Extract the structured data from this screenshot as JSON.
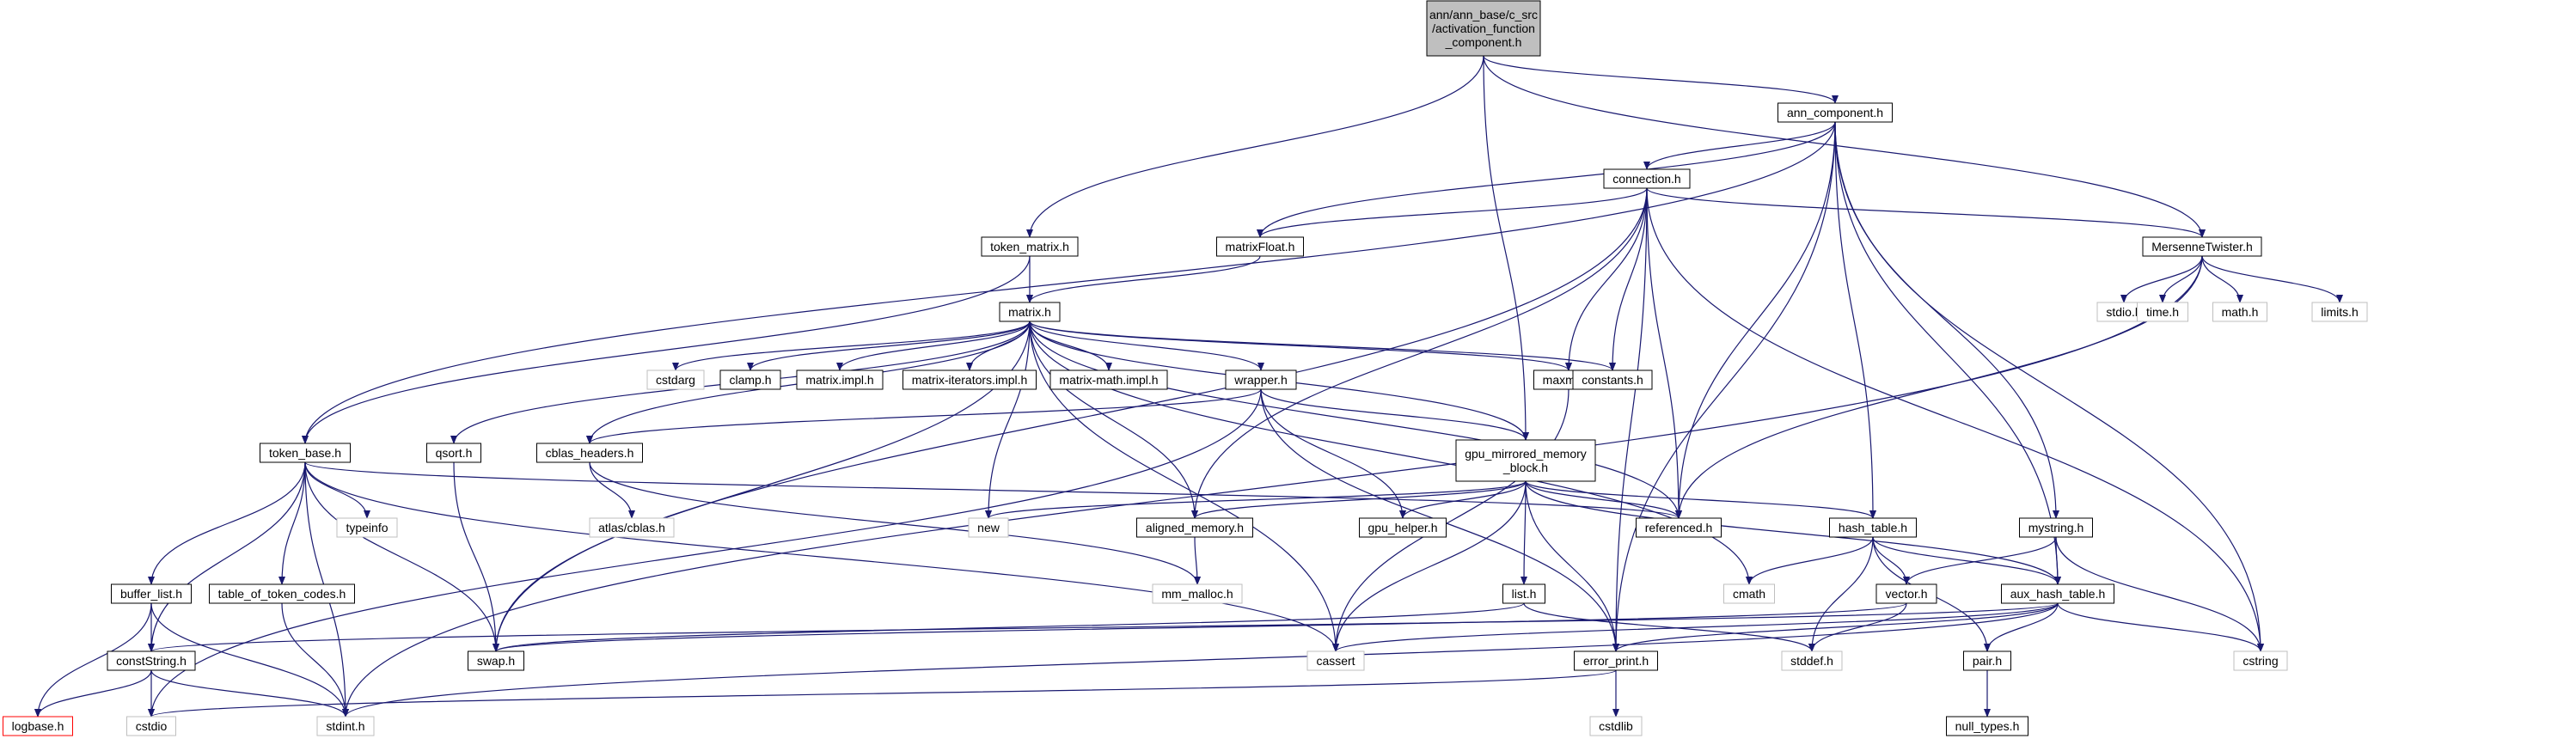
{
  "diagram": {
    "nodes": [
      {
        "id": "root",
        "label": [
          "ann/ann_base/c_src",
          "/activation_function",
          "_component.h"
        ],
        "style": "root"
      },
      {
        "id": "ann_component",
        "label": [
          "ann_component.h"
        ],
        "style": "normal"
      },
      {
        "id": "connection",
        "label": [
          "connection.h"
        ],
        "style": "normal"
      },
      {
        "id": "token_matrix",
        "label": [
          "token_matrix.h"
        ],
        "style": "normal"
      },
      {
        "id": "matrixFloat",
        "label": [
          "matrixFloat.h"
        ],
        "style": "normal"
      },
      {
        "id": "MersenneTwister",
        "label": [
          "MersenneTwister.h"
        ],
        "style": "normal"
      },
      {
        "id": "matrix",
        "label": [
          "matrix.h"
        ],
        "style": "normal"
      },
      {
        "id": "stdio",
        "label": [
          "stdio.h"
        ],
        "style": "external"
      },
      {
        "id": "time",
        "label": [
          "time.h"
        ],
        "style": "external"
      },
      {
        "id": "math",
        "label": [
          "math.h"
        ],
        "style": "external"
      },
      {
        "id": "limits",
        "label": [
          "limits.h"
        ],
        "style": "external"
      },
      {
        "id": "cstdarg",
        "label": [
          "cstdarg"
        ],
        "style": "external"
      },
      {
        "id": "clamp",
        "label": [
          "clamp.h"
        ],
        "style": "normal"
      },
      {
        "id": "matrix_impl",
        "label": [
          "matrix.impl.h"
        ],
        "style": "normal"
      },
      {
        "id": "matrix_iter",
        "label": [
          "matrix-iterators.impl.h"
        ],
        "style": "normal"
      },
      {
        "id": "matrix_math",
        "label": [
          "matrix-math.impl.h"
        ],
        "style": "normal"
      },
      {
        "id": "wrapper",
        "label": [
          "wrapper.h"
        ],
        "style": "normal"
      },
      {
        "id": "maxmin",
        "label": [
          "maxmin.h"
        ],
        "style": "normal"
      },
      {
        "id": "constants",
        "label": [
          "constants.h"
        ],
        "style": "normal"
      },
      {
        "id": "token_base",
        "label": [
          "token_base.h"
        ],
        "style": "normal"
      },
      {
        "id": "qsort",
        "label": [
          "qsort.h"
        ],
        "style": "normal"
      },
      {
        "id": "cblas_headers",
        "label": [
          "cblas_headers.h"
        ],
        "style": "normal"
      },
      {
        "id": "gpu_mirrored",
        "label": [
          "gpu_mirrored_memory",
          "_block.h"
        ],
        "style": "normal"
      },
      {
        "id": "typeinfo",
        "label": [
          "typeinfo"
        ],
        "style": "external"
      },
      {
        "id": "atlas",
        "label": [
          "atlas/cblas.h"
        ],
        "style": "external"
      },
      {
        "id": "new",
        "label": [
          "new"
        ],
        "style": "external"
      },
      {
        "id": "aligned_memory",
        "label": [
          "aligned_memory.h"
        ],
        "style": "normal"
      },
      {
        "id": "gpu_helper",
        "label": [
          "gpu_helper.h"
        ],
        "style": "normal"
      },
      {
        "id": "referenced",
        "label": [
          "referenced.h"
        ],
        "style": "normal"
      },
      {
        "id": "hash_table",
        "label": [
          "hash_table.h"
        ],
        "style": "normal"
      },
      {
        "id": "mystring",
        "label": [
          "mystring.h"
        ],
        "style": "normal"
      },
      {
        "id": "buffer_list",
        "label": [
          "buffer_list.h"
        ],
        "style": "normal"
      },
      {
        "id": "table_of_token_codes",
        "label": [
          "table_of_token_codes.h"
        ],
        "style": "normal"
      },
      {
        "id": "mm_malloc",
        "label": [
          "mm_malloc.h"
        ],
        "style": "external"
      },
      {
        "id": "list",
        "label": [
          "list.h"
        ],
        "style": "normal"
      },
      {
        "id": "cmath",
        "label": [
          "cmath"
        ],
        "style": "external"
      },
      {
        "id": "vector",
        "label": [
          "vector.h"
        ],
        "style": "normal"
      },
      {
        "id": "aux_hash_table",
        "label": [
          "aux_hash_table.h"
        ],
        "style": "normal"
      },
      {
        "id": "constString",
        "label": [
          "constString.h"
        ],
        "style": "normal"
      },
      {
        "id": "swap",
        "label": [
          "swap.h"
        ],
        "style": "normal"
      },
      {
        "id": "cassert",
        "label": [
          "cassert"
        ],
        "style": "external"
      },
      {
        "id": "error_print",
        "label": [
          "error_print.h"
        ],
        "style": "normal"
      },
      {
        "id": "stddef",
        "label": [
          "stddef.h"
        ],
        "style": "external"
      },
      {
        "id": "pair",
        "label": [
          "pair.h"
        ],
        "style": "normal"
      },
      {
        "id": "cstring",
        "label": [
          "cstring"
        ],
        "style": "external"
      },
      {
        "id": "logbase",
        "label": [
          "logbase.h"
        ],
        "style": "missing"
      },
      {
        "id": "cstdio",
        "label": [
          "cstdio"
        ],
        "style": "external"
      },
      {
        "id": "stdint",
        "label": [
          "stdint.h"
        ],
        "style": "external"
      },
      {
        "id": "cstdlib",
        "label": [
          "cstdlib"
        ],
        "style": "external"
      },
      {
        "id": "null_types",
        "label": [
          "null_types.h"
        ],
        "style": "normal"
      }
    ],
    "edges": [
      [
        "root",
        "ann_component"
      ],
      [
        "root",
        "token_matrix"
      ],
      [
        "root",
        "gpu_mirrored"
      ],
      [
        "root",
        "MersenneTwister"
      ],
      [
        "ann_component",
        "connection"
      ],
      [
        "ann_component",
        "matrixFloat"
      ],
      [
        "ann_component",
        "token_base"
      ],
      [
        "ann_component",
        "referenced"
      ],
      [
        "ann_component",
        "error_print"
      ],
      [
        "ann_component",
        "hash_table"
      ],
      [
        "ann_component",
        "aux_hash_table"
      ],
      [
        "ann_component",
        "mystring"
      ],
      [
        "ann_component",
        "cstring"
      ],
      [
        "connection",
        "matrixFloat"
      ],
      [
        "connection",
        "MersenneTwister"
      ],
      [
        "connection",
        "swap"
      ],
      [
        "connection",
        "aligned_memory"
      ],
      [
        "connection",
        "maxmin"
      ],
      [
        "connection",
        "constants"
      ],
      [
        "connection",
        "referenced"
      ],
      [
        "connection",
        "error_print"
      ],
      [
        "connection",
        "cstring"
      ],
      [
        "token_matrix",
        "token_base"
      ],
      [
        "token_matrix",
        "matrix"
      ],
      [
        "matrixFloat",
        "matrix"
      ],
      [
        "MersenneTwister",
        "stdio"
      ],
      [
        "MersenneTwister",
        "time"
      ],
      [
        "MersenneTwister",
        "math"
      ],
      [
        "MersenneTwister",
        "limits"
      ],
      [
        "MersenneTwister",
        "referenced"
      ],
      [
        "MersenneTwister",
        "stdint"
      ],
      [
        "matrix",
        "cstdarg"
      ],
      [
        "matrix",
        "clamp"
      ],
      [
        "matrix",
        "matrix_impl"
      ],
      [
        "matrix",
        "matrix_iter"
      ],
      [
        "matrix",
        "matrix_math"
      ],
      [
        "matrix",
        "wrapper"
      ],
      [
        "matrix",
        "maxmin"
      ],
      [
        "matrix",
        "constants"
      ],
      [
        "matrix",
        "qsort"
      ],
      [
        "matrix",
        "cblas_headers"
      ],
      [
        "matrix",
        "gpu_mirrored"
      ],
      [
        "matrix",
        "swap"
      ],
      [
        "matrix",
        "new"
      ],
      [
        "matrix",
        "aligned_memory"
      ],
      [
        "matrix",
        "referenced"
      ],
      [
        "matrix",
        "cassert"
      ],
      [
        "matrix",
        "cmath"
      ],
      [
        "wrapper",
        "cblas_headers"
      ],
      [
        "wrapper",
        "gpu_mirrored"
      ],
      [
        "wrapper",
        "gpu_helper"
      ],
      [
        "wrapper",
        "error_print"
      ],
      [
        "wrapper",
        "cstdio"
      ],
      [
        "maxmin",
        "cassert"
      ],
      [
        "token_base",
        "typeinfo"
      ],
      [
        "token_base",
        "referenced"
      ],
      [
        "token_base",
        "buffer_list"
      ],
      [
        "token_base",
        "table_of_token_codes"
      ],
      [
        "token_base",
        "constString"
      ],
      [
        "token_base",
        "stdint"
      ],
      [
        "token_base",
        "swap"
      ],
      [
        "token_base",
        "cassert"
      ],
      [
        "qsort",
        "swap"
      ],
      [
        "cblas_headers",
        "atlas"
      ],
      [
        "cblas_headers",
        "mm_malloc"
      ],
      [
        "gpu_mirrored",
        "new"
      ],
      [
        "gpu_mirrored",
        "aligned_memory"
      ],
      [
        "gpu_mirrored",
        "gpu_helper"
      ],
      [
        "gpu_mirrored",
        "referenced"
      ],
      [
        "gpu_mirrored",
        "list"
      ],
      [
        "gpu_mirrored",
        "error_print"
      ],
      [
        "gpu_mirrored",
        "cassert"
      ],
      [
        "gpu_mirrored",
        "hash_table"
      ],
      [
        "gpu_mirrored",
        "aux_hash_table"
      ],
      [
        "aligned_memory",
        "mm_malloc"
      ],
      [
        "hash_table",
        "cmath"
      ],
      [
        "hash_table",
        "vector"
      ],
      [
        "hash_table",
        "aux_hash_table"
      ],
      [
        "hash_table",
        "pair"
      ],
      [
        "hash_table",
        "stddef"
      ],
      [
        "mystring",
        "vector"
      ],
      [
        "mystring",
        "aux_hash_table"
      ],
      [
        "mystring",
        "cstring"
      ],
      [
        "buffer_list",
        "constString"
      ],
      [
        "buffer_list",
        "logbase"
      ],
      [
        "buffer_list",
        "stdint"
      ],
      [
        "table_of_token_codes",
        "stdint"
      ],
      [
        "list",
        "swap"
      ],
      [
        "list",
        "stddef"
      ],
      [
        "vector",
        "swap"
      ],
      [
        "vector",
        "stddef"
      ],
      [
        "aux_hash_table",
        "constString"
      ],
      [
        "aux_hash_table",
        "cassert"
      ],
      [
        "aux_hash_table",
        "error_print"
      ],
      [
        "aux_hash_table",
        "pair"
      ],
      [
        "aux_hash_table",
        "cstring"
      ],
      [
        "aux_hash_table",
        "stdint"
      ],
      [
        "constString",
        "logbase"
      ],
      [
        "constString",
        "cstdio"
      ],
      [
        "constString",
        "stdint"
      ],
      [
        "error_print",
        "cstdio"
      ],
      [
        "error_print",
        "cstdlib"
      ],
      [
        "pair",
        "null_types"
      ]
    ]
  }
}
